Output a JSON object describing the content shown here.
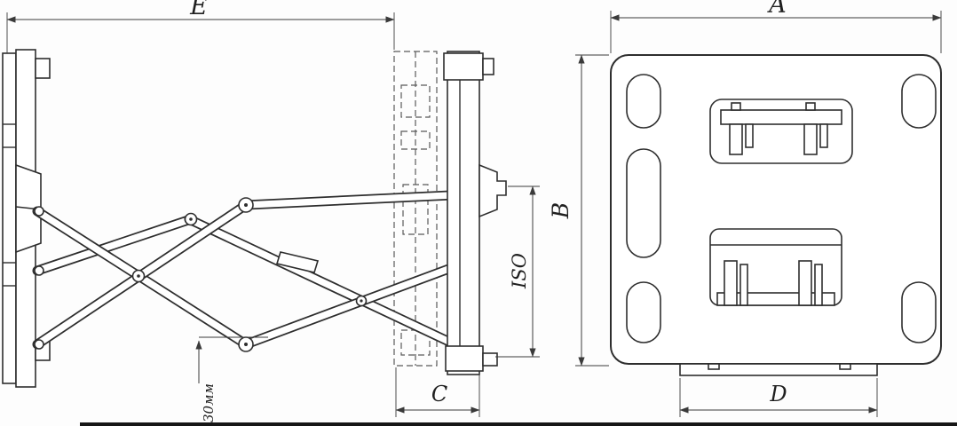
{
  "colors": {
    "background": "#fdfdfd",
    "part_line": "#2e2e2e",
    "dimension_line": "#3a3a3a",
    "bottom_bar": "#161616"
  },
  "labels": {
    "dim_e": "E",
    "dim_a": "A",
    "dim_b": "B",
    "dim_c": "C",
    "dim_d": "D",
    "dim_iso": "ISO",
    "dim_offset": "30мм"
  }
}
